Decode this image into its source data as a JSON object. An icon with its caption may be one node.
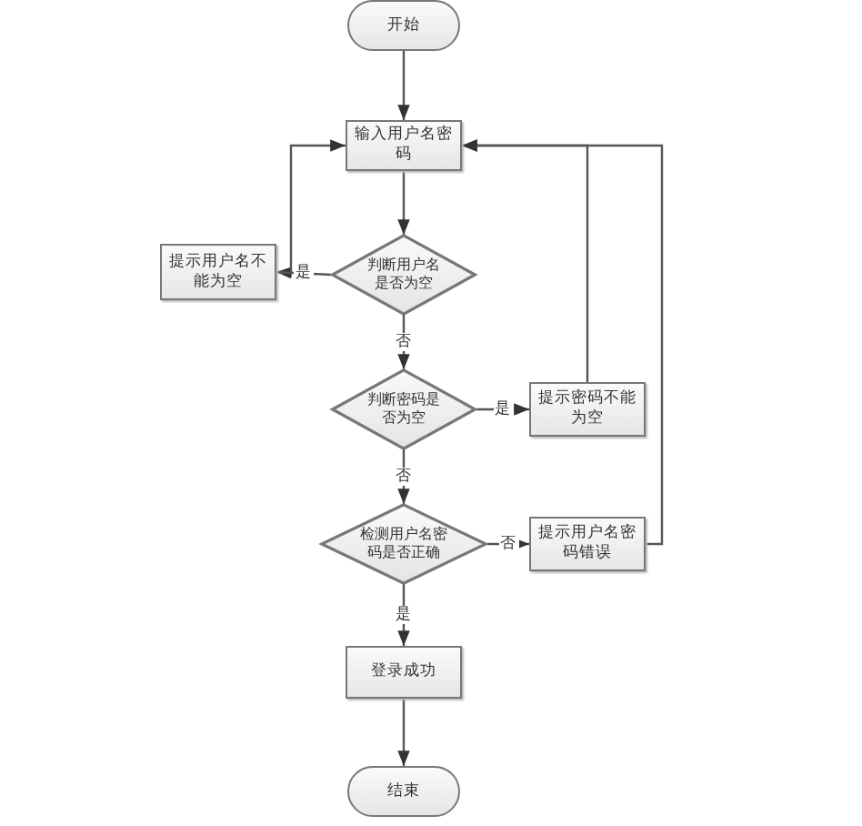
{
  "diagram": {
    "nodes": [
      {
        "text": [
          "开始"
        ]
      },
      {
        "text": [
          "输入用户名密码"
        ]
      },
      {
        "text": [
          "判断用户名是否为空"
        ]
      },
      {
        "text": [
          "提示用户名不能为空"
        ]
      },
      {
        "text": [
          "判断密码是否为空"
        ]
      },
      {
        "text": [
          "提示密码不能为空"
        ]
      },
      {
        "text": [
          "检测用户名密码是否正确"
        ]
      },
      {
        "text": [
          "提示用户名密码错误"
        ]
      },
      {
        "text": [
          "登录成功"
        ]
      },
      {
        "text": [
          "结束"
        ]
      }
    ],
    "edges": [
      {
        "from": 0,
        "to": 1,
        "arrow": "to"
      },
      {
        "from": 1,
        "to": 2,
        "arrow": "to"
      },
      {
        "from": 2,
        "to": 3,
        "arrow": "to",
        "label": "是"
      },
      {
        "from": 3,
        "to": 1,
        "arrow": "to"
      },
      {
        "from": 2,
        "to": 4,
        "arrow": "to",
        "label": "否"
      },
      {
        "from": 4,
        "to": 5,
        "arrow": "to",
        "label": "是"
      },
      {
        "from": 5,
        "to": 1,
        "arrow": "to"
      },
      {
        "from": 4,
        "to": 6,
        "arrow": "to",
        "label": "否"
      },
      {
        "from": 6,
        "to": 7,
        "arrow": "to",
        "label": "否"
      },
      {
        "from": 7,
        "to": 1,
        "arrow": "to"
      },
      {
        "from": 6,
        "to": 8,
        "arrow": "to",
        "label": "是"
      },
      {
        "from": 8,
        "to": 9,
        "arrow": "to"
      }
    ]
  }
}
